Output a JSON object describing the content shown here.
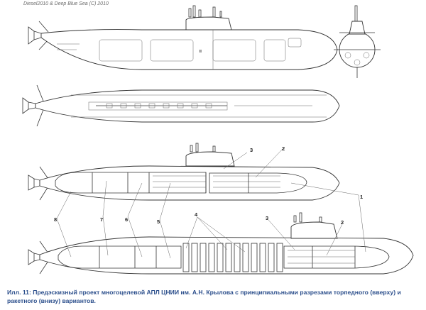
{
  "credit": "Diesel2010 & Deep Blue Sea (C) 2010",
  "caption": "Илл. 11: Предэскизный проект многоцелевой АПЛ ЦНИИ им. А.Н. Крылова с принципиальными разрезами торпедного (вверху) и ракетного (внизу) вариантов.",
  "views": {
    "side_roman": "II",
    "top_marking": "",
    "bow_marking": ""
  },
  "callouts": {
    "torpedo": [
      "3",
      "2",
      "1",
      "8",
      "7",
      "6",
      "5"
    ],
    "missile": [
      "4",
      "3",
      "2"
    ]
  }
}
